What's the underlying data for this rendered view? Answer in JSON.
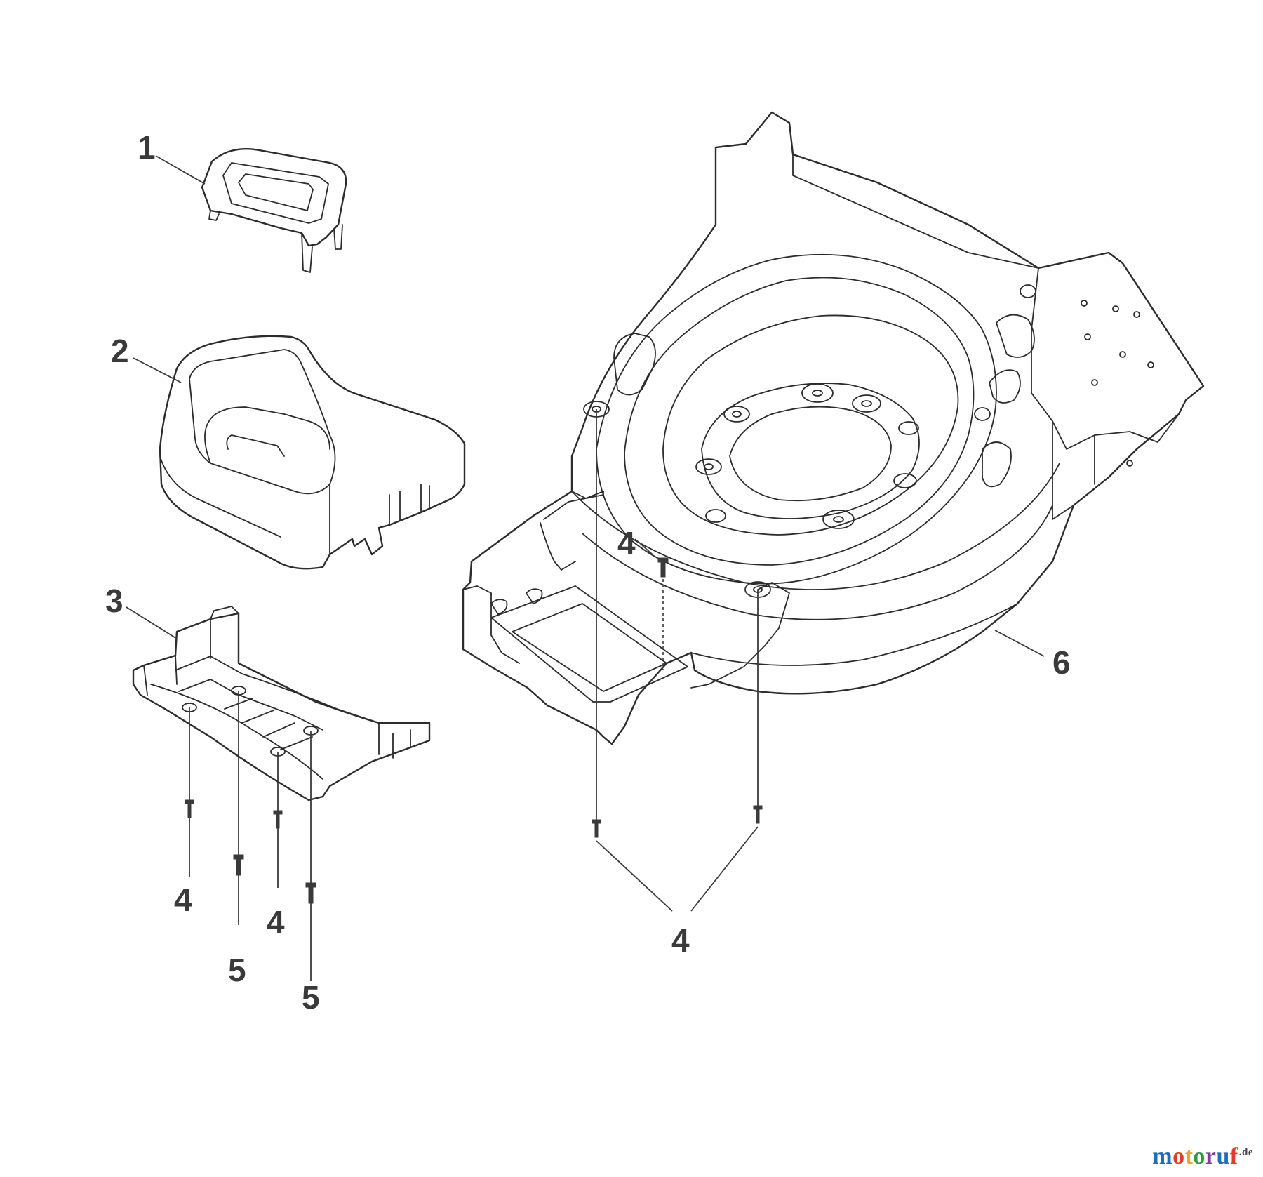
{
  "callouts": {
    "c1": "1",
    "c2": "2",
    "c3": "3",
    "c4_top": "4",
    "c6": "6",
    "c4_a": "4",
    "c5_a": "5",
    "c4_b": "4",
    "c5_b": "5",
    "c4_bottom": "4"
  },
  "watermark": {
    "letters": [
      "m",
      "o",
      "t",
      "o",
      "r",
      "u",
      "f"
    ],
    "letter_colors": [
      "#1f6fb8",
      "#e23b2e",
      "#f2a51a",
      "#2d9a3e",
      "#7a3fa0",
      "#1f6fb8",
      "#e23b2e"
    ],
    "suffix": ".de"
  }
}
